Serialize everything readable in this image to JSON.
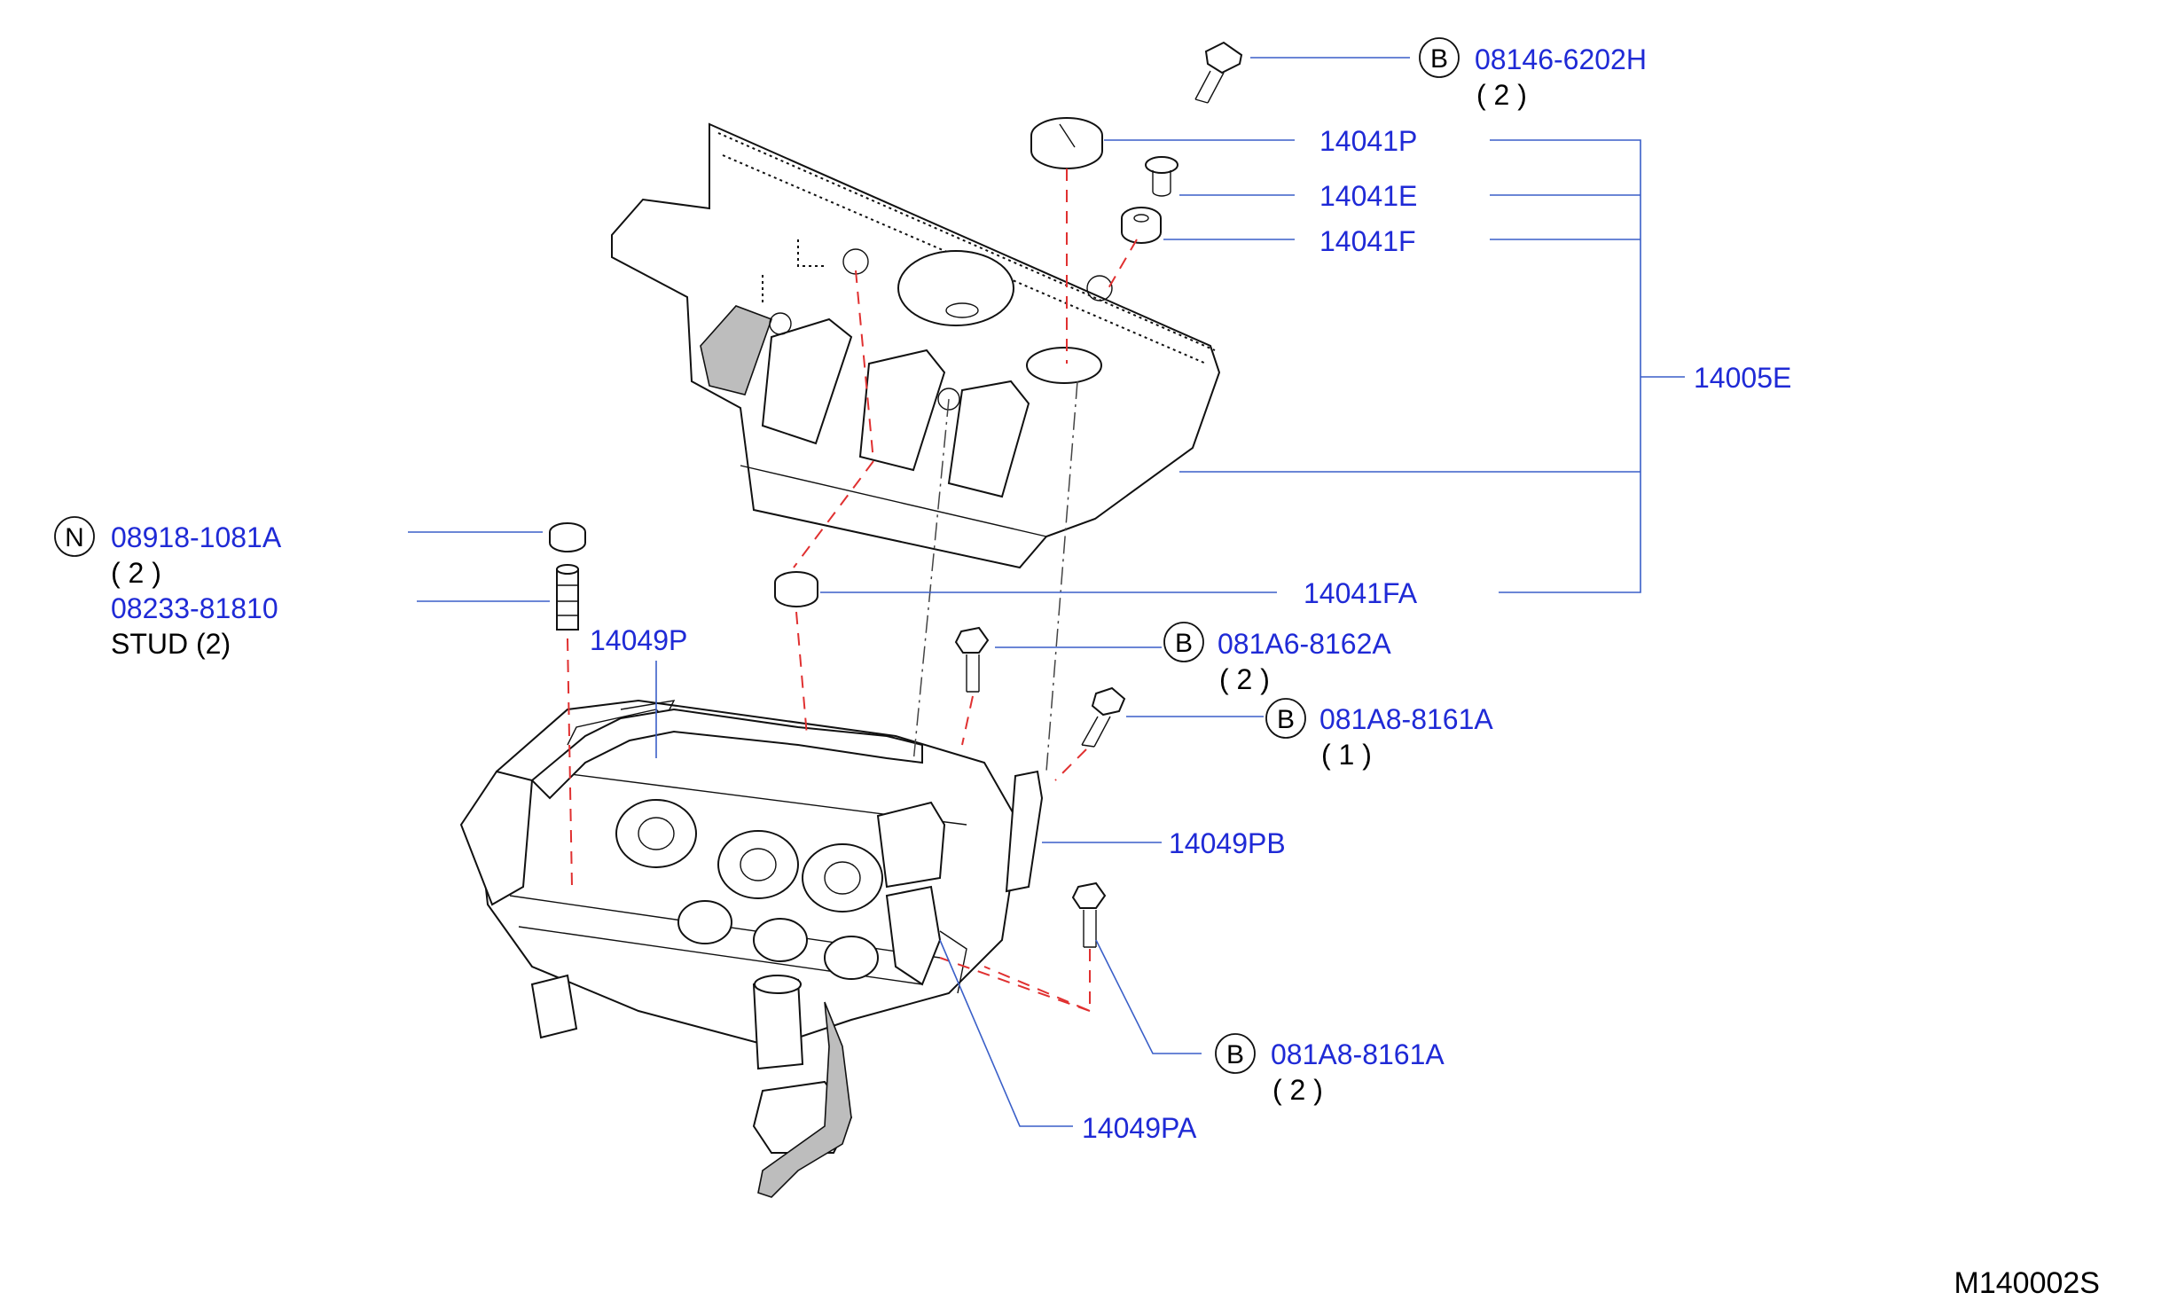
{
  "colors": {
    "callout": "#1f2ad6",
    "leader": "#3a5fc8",
    "dash": "#e03030",
    "ink": "#111111"
  },
  "badges": {
    "b": "B",
    "n": "N"
  },
  "parts": {
    "bolt_top": {
      "number": "08146-6202H",
      "qty": "( 2 )"
    },
    "cap": {
      "number": "14041P"
    },
    "grommet_e": {
      "number": "14041E"
    },
    "grommet_f": {
      "number": "14041F"
    },
    "cover": {
      "number": "14005E"
    },
    "nut": {
      "number": "08918-1081A",
      "qty": "( 2 )"
    },
    "stud": {
      "number": "08233-81810",
      "desc": "STUD  (2)"
    },
    "grommet_fa": {
      "number": "14041FA"
    },
    "bracket_p": {
      "number": "14049P"
    },
    "bolt_a6": {
      "number": "081A6-8162A",
      "qty": "( 2 )"
    },
    "bolt_a8_1": {
      "number": "081A8-8161A",
      "qty": "( 1 )"
    },
    "bracket_pb": {
      "number": "14049PB"
    },
    "bolt_a8_2": {
      "number": "081A8-8161A",
      "qty": "( 2 )"
    },
    "bracket_pa": {
      "number": "14049PA"
    }
  },
  "diagram_code": "M140002S"
}
